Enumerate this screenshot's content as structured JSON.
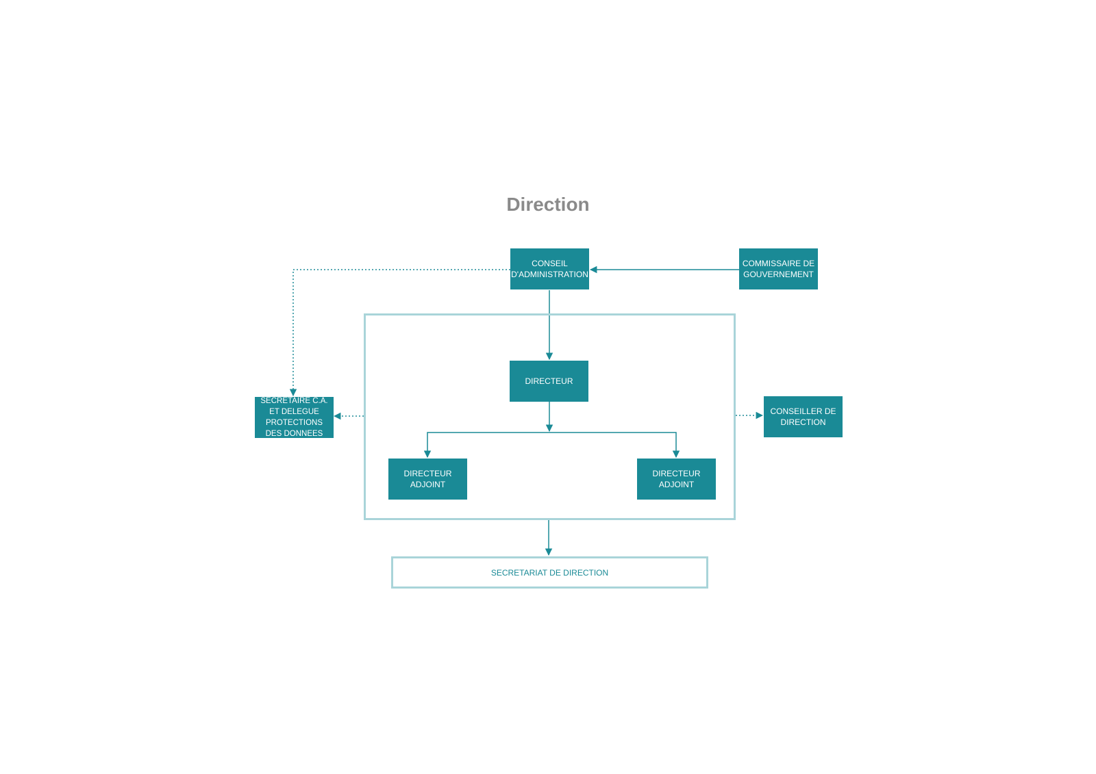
{
  "title": "Direction",
  "nodes": {
    "conseil": "CONSEIL\nD'ADMINISTRATION",
    "commissaire": "COMMISSAIRE DE\nGOUVERNEMENT",
    "directeur": "DIRECTEUR",
    "secretaire": "SECRETAIRE C.A.\nET DELEGUE\nPROTECTIONS\nDES DONNEES",
    "conseiller": "CONSEILLER DE\nDIRECTION",
    "adjoint_left": "DIRECTEUR\nADJOINT",
    "adjoint_right": "DIRECTEUR\nADJOINT",
    "secretariat": "SECRETARIAT DE DIRECTION"
  },
  "colors": {
    "box_fill": "#1a8a96",
    "outline": "#a9d4d9",
    "title": "#8a8a8a"
  }
}
